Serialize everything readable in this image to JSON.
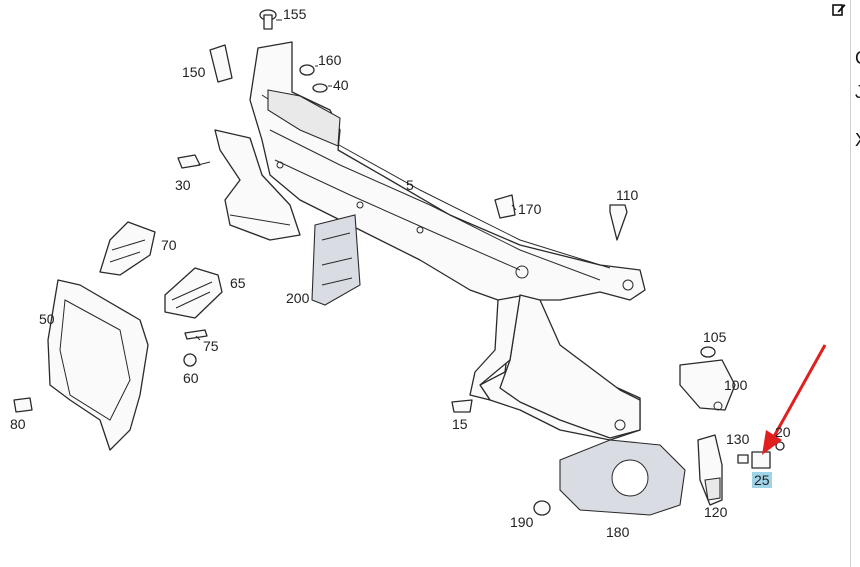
{
  "toolbar": {
    "edit_icon": "edit-icon"
  },
  "side_panel_glyphs": [
    "G",
    "J",
    "X"
  ],
  "highlight_color": "#9fd3e8",
  "arrow_color": "#e0201f",
  "callouts": [
    {
      "id": "155",
      "label": "155"
    },
    {
      "id": "160",
      "label": "160"
    },
    {
      "id": "150",
      "label": "150"
    },
    {
      "id": "40",
      "label": "40"
    },
    {
      "id": "30",
      "label": "30"
    },
    {
      "id": "5",
      "label": "5"
    },
    {
      "id": "110",
      "label": "110"
    },
    {
      "id": "170",
      "label": "170"
    },
    {
      "id": "70",
      "label": "70"
    },
    {
      "id": "65",
      "label": "65"
    },
    {
      "id": "50",
      "label": "50"
    },
    {
      "id": "200",
      "label": "200"
    },
    {
      "id": "75",
      "label": "75"
    },
    {
      "id": "60",
      "label": "60"
    },
    {
      "id": "105",
      "label": "105"
    },
    {
      "id": "100",
      "label": "100"
    },
    {
      "id": "80",
      "label": "80"
    },
    {
      "id": "15",
      "label": "15"
    },
    {
      "id": "130",
      "label": "130"
    },
    {
      "id": "20",
      "label": "20"
    },
    {
      "id": "25",
      "label": "25",
      "selected": true
    },
    {
      "id": "120",
      "label": "120"
    },
    {
      "id": "190",
      "label": "190"
    },
    {
      "id": "180",
      "label": "180"
    }
  ]
}
